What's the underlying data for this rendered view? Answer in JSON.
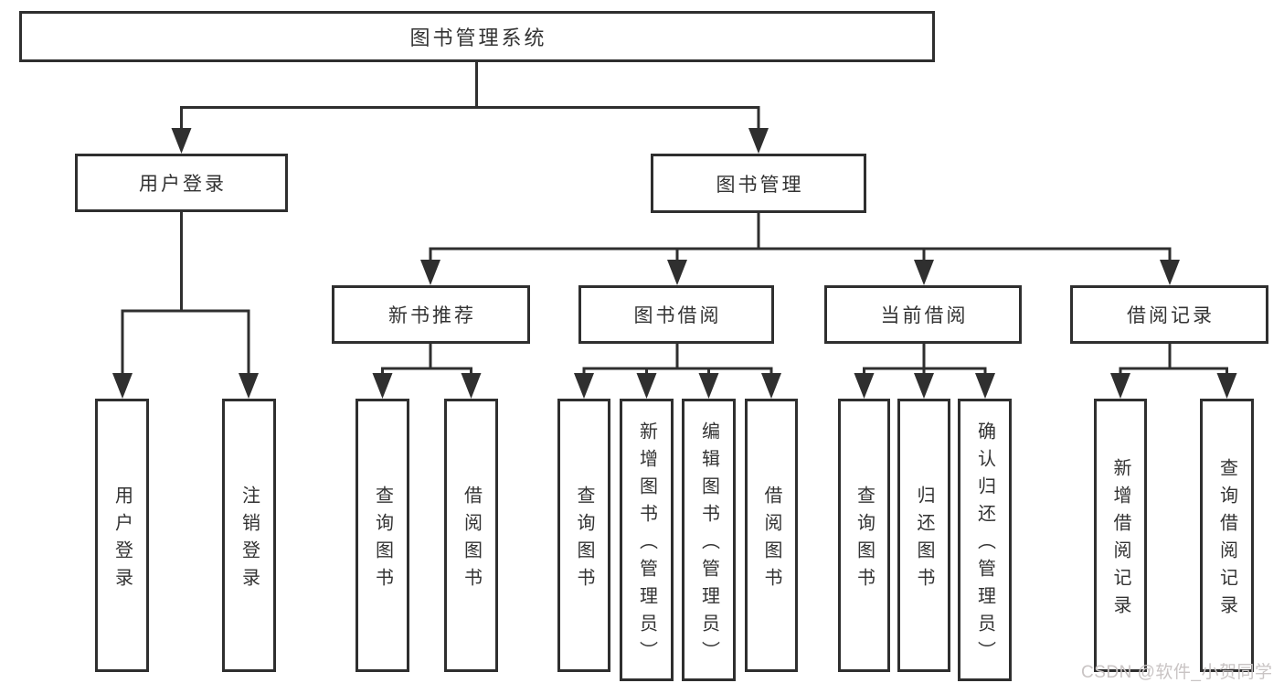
{
  "colors": {
    "line": "#2f2f2f",
    "box_border": "#2f2f2f",
    "box_fill": "#ffffff",
    "text": "#333333",
    "watermark": "#c9c4c4",
    "background": "#ffffff"
  },
  "tree": {
    "root": {
      "label": "图书管理系统"
    },
    "user_login": {
      "label": "用户登录",
      "children": [
        {
          "label": "用户登录"
        },
        {
          "label": "注销登录"
        }
      ]
    },
    "book_management": {
      "label": "图书管理",
      "sections": [
        {
          "label": "新书推荐",
          "children": [
            {
              "label": "查询图书"
            },
            {
              "label": "借阅图书"
            }
          ]
        },
        {
          "label": "图书借阅",
          "children": [
            {
              "label": "查询图书"
            },
            {
              "label": "新增图书（管理员）"
            },
            {
              "label": "编辑图书（管理员）"
            },
            {
              "label": "借阅图书"
            }
          ]
        },
        {
          "label": "当前借阅",
          "children": [
            {
              "label": "查询图书"
            },
            {
              "label": "归还图书"
            },
            {
              "label": "确认归还（管理员）"
            }
          ]
        },
        {
          "label": "借阅记录",
          "children": [
            {
              "label": "新增借阅记录"
            },
            {
              "label": "查询借阅记录"
            }
          ]
        }
      ]
    }
  },
  "watermark": {
    "text": "CSDN @软件_小贺同学"
  }
}
